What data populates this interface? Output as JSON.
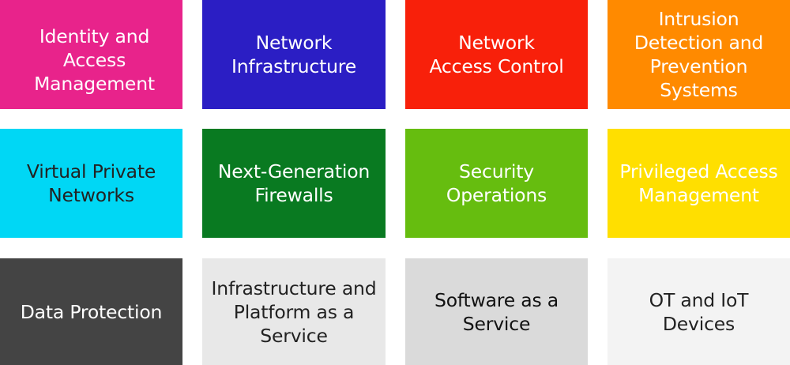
{
  "tiles": [
    {
      "label": "Identity and\nAccess\nManagement",
      "bg": "#e8238b",
      "fg": "#ffffff"
    },
    {
      "label": "Network\nInfrastructure",
      "bg": "#2b1ec4",
      "fg": "#ffffff"
    },
    {
      "label": "Network\nAccess Control",
      "bg": "#f8200a",
      "fg": "#ffffff"
    },
    {
      "label": "Intrusion\nDetection and\nPrevention\nSystems",
      "bg": "#ff8a00",
      "fg": "#ffffff"
    },
    {
      "label": "Virtual Private\nNetworks",
      "bg": "#00d7f5",
      "fg": "#222222"
    },
    {
      "label": "Next-Generation\nFirewalls",
      "bg": "#097a21",
      "fg": "#ffffff"
    },
    {
      "label": "Security\nOperations",
      "bg": "#66bd0f",
      "fg": "#ffffff"
    },
    {
      "label": "Privileged Access\nManagement",
      "bg": "#ffdf00",
      "fg": "#ffffff"
    },
    {
      "label": "Data Protection",
      "bg": "#444444",
      "fg": "#ffffff"
    },
    {
      "label": "Infrastructure and\nPlatform as a\nService",
      "bg": "#e8e8e8",
      "fg": "#222222"
    },
    {
      "label": "Software as a\nService",
      "bg": "#dadada",
      "fg": "#111111"
    },
    {
      "label": "OT and IoT Devices",
      "bg": "#f3f3f3",
      "fg": "#222222"
    }
  ]
}
